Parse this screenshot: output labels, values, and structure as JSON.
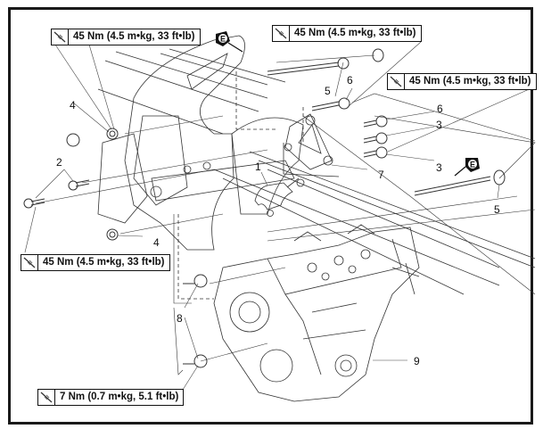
{
  "diagram": {
    "title": "Engine mounting bolts exploded view",
    "torque_specs": [
      {
        "id": "t1",
        "text": "45 Nm (4.5 m•kg, 33 ft•lb)",
        "icon": "torque-wrench-icon"
      },
      {
        "id": "t2",
        "text": "45 Nm (4.5 m•kg, 33 ft•lb)",
        "icon": "torque-wrench-icon"
      },
      {
        "id": "t3",
        "text": "45 Nm (4.5 m•kg, 33 ft•lb)",
        "icon": "torque-wrench-icon"
      },
      {
        "id": "t4",
        "text": "45 Nm (4.5 m•kg, 33 ft•lb)",
        "icon": "torque-wrench-icon"
      },
      {
        "id": "t5",
        "text": "7 Nm (0.7 m•kg, 5.1 ft•lb)",
        "icon": "torque-wrench-icon"
      }
    ],
    "lubricant_marks": [
      {
        "id": "e1",
        "letter": "E",
        "meaning": "engine-oil-icon"
      },
      {
        "id": "e2",
        "letter": "E",
        "meaning": "engine-oil-icon"
      }
    ],
    "callouts": [
      {
        "id": "c1",
        "label": "1"
      },
      {
        "id": "c2",
        "label": "2"
      },
      {
        "id": "c3a",
        "label": "3"
      },
      {
        "id": "c3b",
        "label": "3"
      },
      {
        "id": "c4a",
        "label": "4"
      },
      {
        "id": "c4b",
        "label": "4"
      },
      {
        "id": "c5a",
        "label": "5"
      },
      {
        "id": "c5b",
        "label": "5"
      },
      {
        "id": "c6a",
        "label": "6"
      },
      {
        "id": "c6b",
        "label": "6"
      },
      {
        "id": "c7",
        "label": "7"
      },
      {
        "id": "c8",
        "label": "8"
      },
      {
        "id": "c9",
        "label": "9"
      }
    ],
    "colors": {
      "ink": "#111111",
      "frame": "#1a1a1a",
      "background": "#ffffff"
    }
  }
}
